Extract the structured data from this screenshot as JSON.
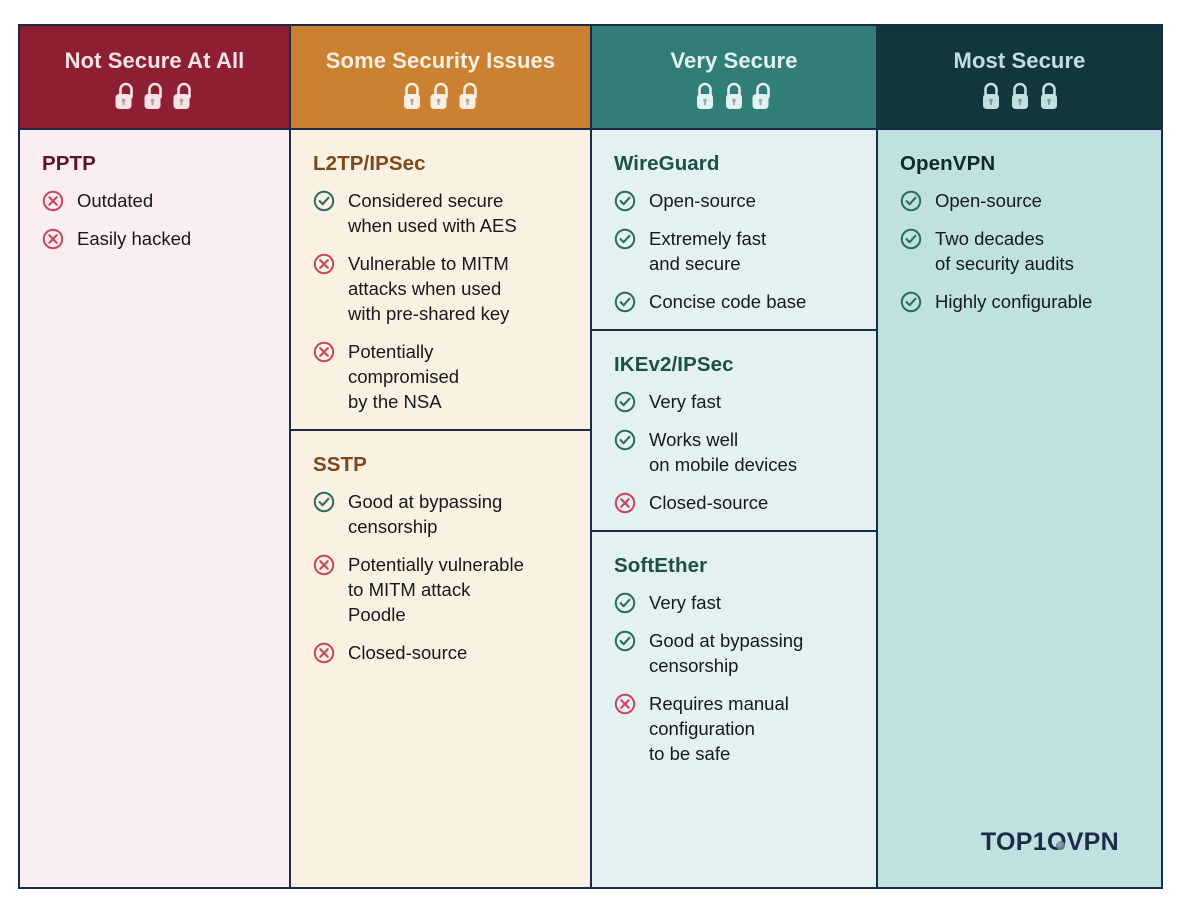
{
  "brand": {
    "logo_text": "TOP1OVPN",
    "logo_color": "#1c2b4a"
  },
  "columns": [
    {
      "header": {
        "title": "Not Secure At All",
        "locks": [
          "open",
          "open",
          "open"
        ],
        "bg": "#8e1f33",
        "text": "#f6e3e6"
      },
      "body_bg": "#fbeef0",
      "sections": [
        {
          "protocol": "PPTP",
          "points": [
            {
              "mark": "cross-icon",
              "text": "Outdated"
            },
            {
              "mark": "cross-icon",
              "text": "Easily hacked"
            }
          ]
        }
      ]
    },
    {
      "header": {
        "title": "Some Security Issues",
        "locks": [
          "closed",
          "open",
          "open"
        ],
        "bg": "#ca8132",
        "text": "#f8efe2"
      },
      "body_bg": "#fbf1e2",
      "sections": [
        {
          "protocol": "L2TP/IPSec",
          "points": [
            {
              "mark": "check-icon",
              "text": "Considered secure\nwhen used with AES"
            },
            {
              "mark": "cross-icon",
              "text": "Vulnerable to MITM\nattacks when used\nwith pre-shared key"
            },
            {
              "mark": "cross-icon",
              "text": "Potentially\ncompromised\nby the NSA"
            }
          ]
        },
        {
          "protocol": "SSTP",
          "points": [
            {
              "mark": "check-icon",
              "text": "Good at bypassing\ncensorship"
            },
            {
              "mark": "cross-icon",
              "text": "Potentially vulnerable\nto MITM attack\nPoodle"
            },
            {
              "mark": "cross-icon",
              "text": "Closed-source"
            }
          ]
        }
      ]
    },
    {
      "header": {
        "title": "Very Secure",
        "locks": [
          "closed",
          "closed",
          "open"
        ],
        "bg": "#317e76",
        "text": "#e2f2f0"
      },
      "body_bg": "#e3f1f0",
      "sections": [
        {
          "protocol": "WireGuard",
          "points": [
            {
              "mark": "check-icon",
              "text": "Open-source"
            },
            {
              "mark": "check-icon",
              "text": "Extremely fast\nand secure"
            },
            {
              "mark": "check-icon",
              "text": "Concise code base"
            }
          ]
        },
        {
          "protocol": "IKEv2/IPSec",
          "points": [
            {
              "mark": "check-icon",
              "text": "Very fast"
            },
            {
              "mark": "check-icon",
              "text": "Works well\non mobile devices"
            },
            {
              "mark": "cross-icon",
              "text": "Closed-source"
            }
          ]
        },
        {
          "protocol": "SoftEther",
          "points": [
            {
              "mark": "check-icon",
              "text": "Very fast"
            },
            {
              "mark": "check-icon",
              "text": "Good at bypassing\ncensorship"
            },
            {
              "mark": "cross-icon",
              "text": "Requires manual\nconfiguration\nto be safe"
            }
          ]
        }
      ]
    },
    {
      "header": {
        "title": "Most Secure",
        "locks": [
          "closed",
          "closed",
          "closed"
        ],
        "bg": "#12373a",
        "text": "#bfe0df"
      },
      "body_bg": "#bfe2e0",
      "sections": [
        {
          "protocol": "OpenVPN",
          "points": [
            {
              "mark": "check-icon",
              "text": "Open-source"
            },
            {
              "mark": "check-icon",
              "text": "Two decades\nof security audits"
            },
            {
              "mark": "check-icon",
              "text": "Highly configurable"
            }
          ]
        }
      ]
    }
  ],
  "colors": {
    "cross": "#c9455f",
    "check": "#2b6b64",
    "frame": "#1c2b4a"
  }
}
